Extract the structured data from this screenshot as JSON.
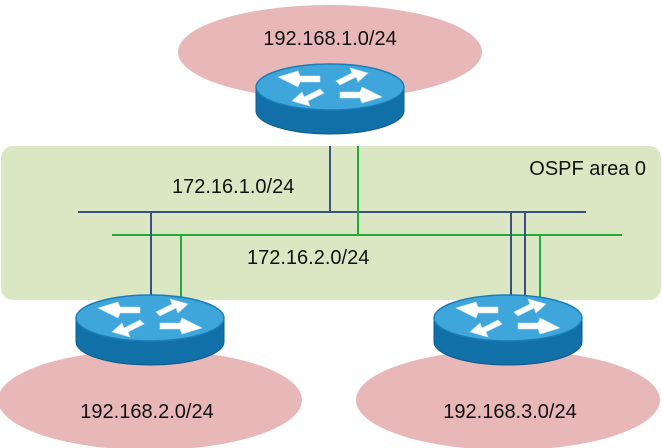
{
  "area": {
    "label": "OSPF area 0"
  },
  "lans": {
    "top": "192.168.1.0/24",
    "left": "192.168.2.0/24",
    "right": "192.168.3.0/24"
  },
  "backbone": {
    "blue_subnet": "172.16.1.0/24",
    "green_subnet": "172.16.2.0/24"
  },
  "colors": {
    "area_fill": "#dbe6c3",
    "lan_fill": "#e8b8b8",
    "blue_link": "#3b4f80",
    "green_link": "#22aa3a",
    "router_top": "#3fa6dc",
    "router_side": "#1270a8"
  },
  "icons": {
    "router": "router-icon"
  }
}
